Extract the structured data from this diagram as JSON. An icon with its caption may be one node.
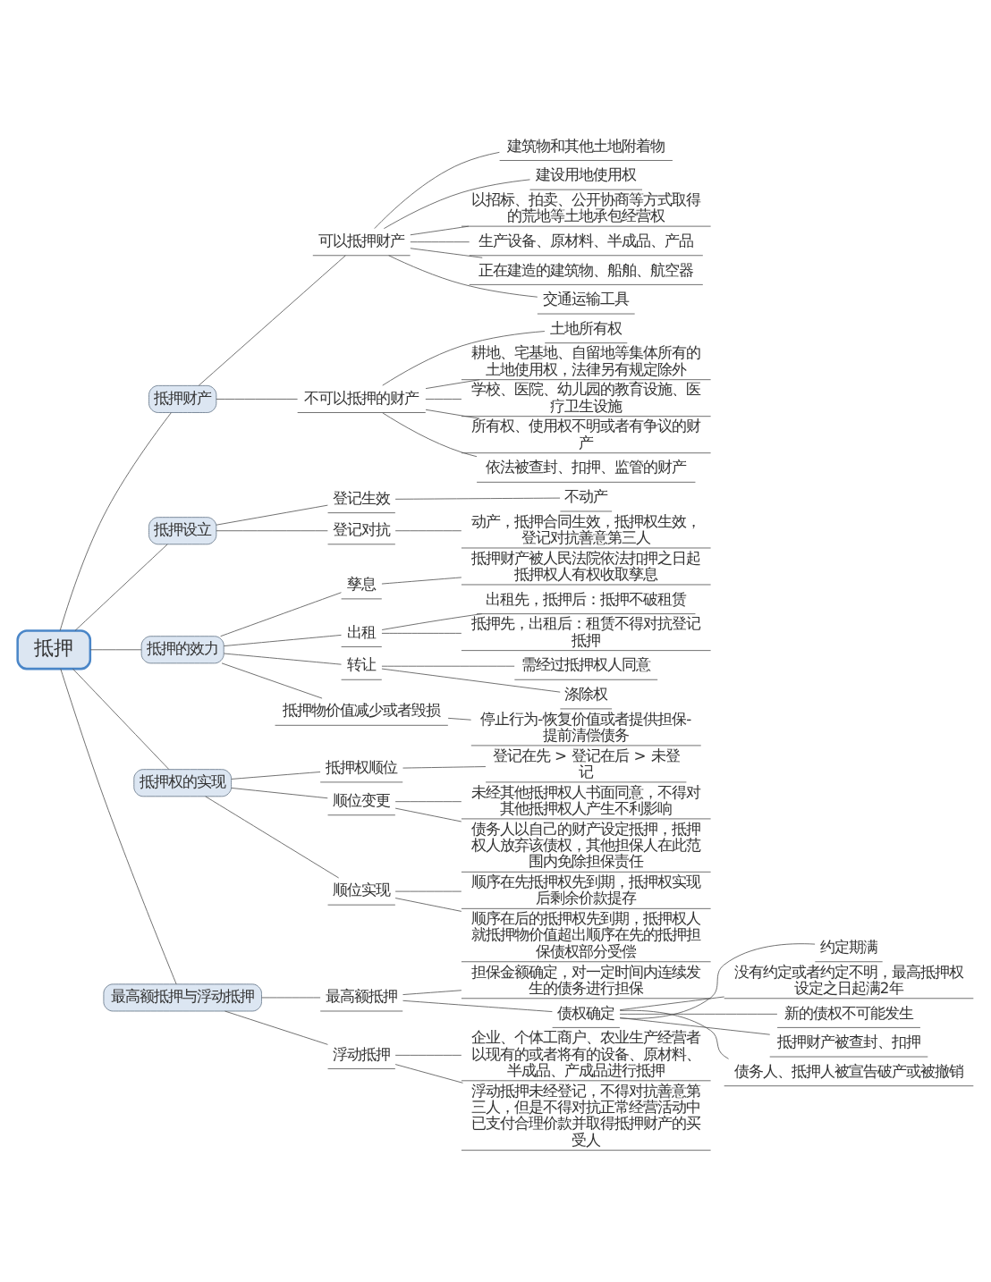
{
  "diagram": {
    "nodes": [
      {
        "text": [
          "抵押"
        ]
      },
      {
        "text": [
          "抵押财产"
        ]
      },
      {
        "text": [
          "可以抵押财产"
        ]
      },
      {
        "text": [
          "建筑物和其他土地附着物"
        ]
      },
      {
        "text": [
          "建设用地使用权"
        ]
      },
      {
        "text": [
          "以招标、拍卖、公开协商等方式取得的荒地等土地承包经营权"
        ]
      },
      {
        "text": [
          "生产设备、原材料、半成品、产品"
        ]
      },
      {
        "text": [
          "正在建造的建筑物、船舶、航空器"
        ]
      },
      {
        "text": [
          "交通运输工具"
        ]
      },
      {
        "text": [
          "不可以抵押的财产"
        ]
      },
      {
        "text": [
          "土地所有权"
        ]
      },
      {
        "text": [
          "耕地、宅基地、自留地等集体所有的土地使用权，法律另有规定除外"
        ]
      },
      {
        "text": [
          "学校、医院、幼儿园的教育设施、医疗卫生设施"
        ]
      },
      {
        "text": [
          "所有权、使用权不明或者有争议的财产"
        ]
      },
      {
        "text": [
          "依法被查封、扣押、监管的财产"
        ]
      },
      {
        "text": [
          "抵押设立"
        ]
      },
      {
        "text": [
          "登记生效"
        ]
      },
      {
        "text": [
          "不动产"
        ]
      },
      {
        "text": [
          "登记对抗"
        ]
      },
      {
        "text": [
          "动产，抵押合同生效，抵押权生效，登记对抗善意第三人"
        ]
      },
      {
        "text": [
          "抵押的效力"
        ]
      },
      {
        "text": [
          "孳息"
        ]
      },
      {
        "text": [
          "抵押财产被人民法院依法扣押之日起抵押权人有权收取孳息"
        ]
      },
      {
        "text": [
          "出租"
        ]
      },
      {
        "text": [
          "出租先，抵押后：抵押不破租赁"
        ]
      },
      {
        "text": [
          "抵押先，出租后：租赁不得对抗登记抵押"
        ]
      },
      {
        "text": [
          "转让"
        ]
      },
      {
        "text": [
          "需经过抵押权人同意"
        ]
      },
      {
        "text": [
          "涤除权"
        ]
      },
      {
        "text": [
          "抵押物价值减少或者毁损"
        ]
      },
      {
        "text": [
          "停止行为-恢复价值或者提供担保-提前清偿债务"
        ]
      },
      {
        "text": [
          "抵押权的实现"
        ]
      },
      {
        "text": [
          "抵押权顺位"
        ]
      },
      {
        "text": [
          "登记在先 > 登记在后 > 未登记"
        ]
      },
      {
        "text": [
          "顺位变更"
        ]
      },
      {
        "text": [
          "未经其他抵押权人书面同意，不得对其他抵押权人产生不利影响"
        ]
      },
      {
        "text": [
          "债务人以自己的财产设定抵押，抵押权人放弃该债权，其他担保人在此范围内免除担保责任"
        ]
      },
      {
        "text": [
          "顺位实现"
        ]
      },
      {
        "text": [
          "顺序在先抵押权先到期，抵押权实现后剩余价款提存"
        ]
      },
      {
        "text": [
          "顺序在后的抵押权先到期，抵押权人就抵押物价值超出顺序在先的抵押担保债权部分受偿"
        ]
      },
      {
        "text": [
          "最高额抵押与浮动抵押"
        ]
      },
      {
        "text": [
          "最高额抵押"
        ]
      },
      {
        "text": [
          "担保金额确定，对一定时间内连续发生的债务进行担保"
        ]
      },
      {
        "text": [
          "债权确定"
        ]
      },
      {
        "text": [
          "约定期满"
        ]
      },
      {
        "text": [
          "没有约定或者约定不明，最高抵押权设定之日起满2年"
        ]
      },
      {
        "text": [
          "新的债权不可能发生"
        ]
      },
      {
        "text": [
          "抵押财产被查封、扣押"
        ]
      },
      {
        "text": [
          "债务人、抵押人被宣告破产或被撤销"
        ]
      },
      {
        "text": [
          "浮动抵押"
        ]
      },
      {
        "text": [
          "企业、个体工商户、农业生产经营者以现有的或者将有的设备、原材料、半成品、产成品进行抵押"
        ]
      },
      {
        "text": [
          "浮动抵押未经登记，不得对抗善意第三人，但是不得对抗正常经营活动中已支付合理价款并取得抵押财产的买受人"
        ]
      }
    ],
    "edges": [
      {
        "from": 0,
        "to": 1,
        "arrow": "none"
      },
      {
        "from": 1,
        "to": 2,
        "arrow": "none"
      },
      {
        "from": 2,
        "to": 3,
        "arrow": "none"
      },
      {
        "from": 2,
        "to": 4,
        "arrow": "none"
      },
      {
        "from": 2,
        "to": 5,
        "arrow": "none"
      },
      {
        "from": 2,
        "to": 6,
        "arrow": "none"
      },
      {
        "from": 2,
        "to": 7,
        "arrow": "none"
      },
      {
        "from": 2,
        "to": 8,
        "arrow": "none"
      },
      {
        "from": 1,
        "to": 9,
        "arrow": "none"
      },
      {
        "from": 9,
        "to": 10,
        "arrow": "none"
      },
      {
        "from": 9,
        "to": 11,
        "arrow": "none"
      },
      {
        "from": 9,
        "to": 12,
        "arrow": "none"
      },
      {
        "from": 9,
        "to": 13,
        "arrow": "none"
      },
      {
        "from": 9,
        "to": 14,
        "arrow": "none"
      },
      {
        "from": 0,
        "to": 15,
        "arrow": "none"
      },
      {
        "from": 15,
        "to": 16,
        "arrow": "none"
      },
      {
        "from": 16,
        "to": 17,
        "arrow": "none"
      },
      {
        "from": 15,
        "to": 18,
        "arrow": "none"
      },
      {
        "from": 18,
        "to": 19,
        "arrow": "none"
      },
      {
        "from": 0,
        "to": 20,
        "arrow": "none"
      },
      {
        "from": 20,
        "to": 21,
        "arrow": "none"
      },
      {
        "from": 21,
        "to": 22,
        "arrow": "none"
      },
      {
        "from": 20,
        "to": 23,
        "arrow": "none"
      },
      {
        "from": 23,
        "to": 24,
        "arrow": "none"
      },
      {
        "from": 23,
        "to": 25,
        "arrow": "none"
      },
      {
        "from": 20,
        "to": 26,
        "arrow": "none"
      },
      {
        "from": 26,
        "to": 27,
        "arrow": "none"
      },
      {
        "from": 26,
        "to": 28,
        "arrow": "none"
      },
      {
        "from": 20,
        "to": 29,
        "arrow": "none"
      },
      {
        "from": 29,
        "to": 30,
        "arrow": "none"
      },
      {
        "from": 0,
        "to": 31,
        "arrow": "none"
      },
      {
        "from": 31,
        "to": 32,
        "arrow": "none"
      },
      {
        "from": 32,
        "to": 33,
        "arrow": "none"
      },
      {
        "from": 31,
        "to": 34,
        "arrow": "none"
      },
      {
        "from": 34,
        "to": 35,
        "arrow": "none"
      },
      {
        "from": 34,
        "to": 36,
        "arrow": "none"
      },
      {
        "from": 31,
        "to": 37,
        "arrow": "none"
      },
      {
        "from": 37,
        "to": 38,
        "arrow": "none"
      },
      {
        "from": 37,
        "to": 39,
        "arrow": "none"
      },
      {
        "from": 0,
        "to": 40,
        "arrow": "none"
      },
      {
        "from": 40,
        "to": 41,
        "arrow": "none"
      },
      {
        "from": 41,
        "to": 42,
        "arrow": "none"
      },
      {
        "from": 41,
        "to": 43,
        "arrow": "none"
      },
      {
        "from": 43,
        "to": 44,
        "arrow": "none"
      },
      {
        "from": 43,
        "to": 45,
        "arrow": "none"
      },
      {
        "from": 43,
        "to": 46,
        "arrow": "none"
      },
      {
        "from": 43,
        "to": 47,
        "arrow": "none"
      },
      {
        "from": 43,
        "to": 48,
        "arrow": "none"
      },
      {
        "from": 40,
        "to": 49,
        "arrow": "none"
      },
      {
        "from": 49,
        "to": 50,
        "arrow": "none"
      },
      {
        "from": 49,
        "to": 51,
        "arrow": "none"
      }
    ]
  }
}
